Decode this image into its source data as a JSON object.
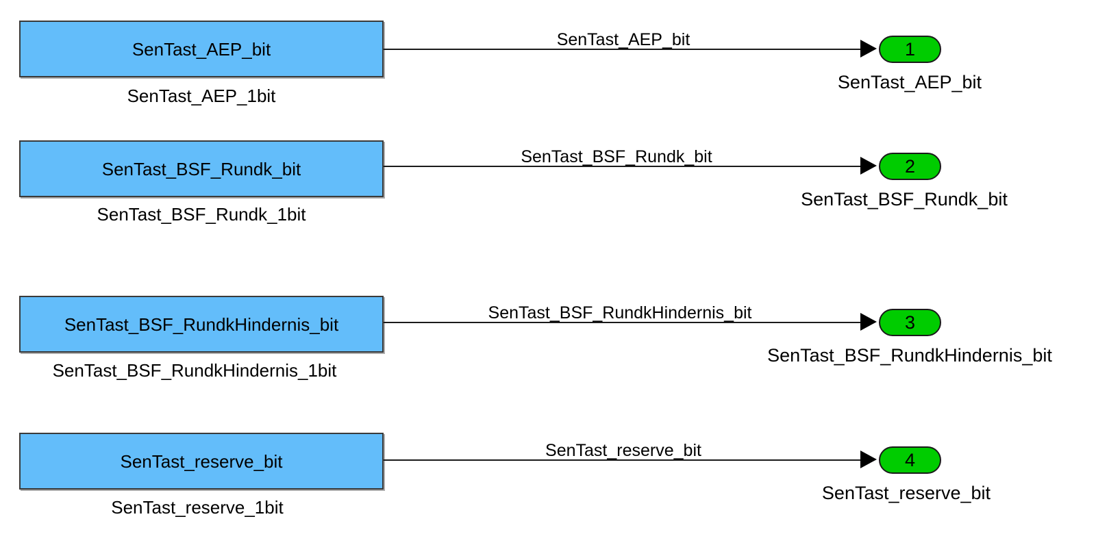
{
  "diagram": {
    "type": "simulink-block-diagram",
    "background_color": "#ffffff",
    "block_fill_color": "#63bdfa",
    "outport_fill_color": "#00cc00",
    "line_color": "#1a1a1a",
    "rows": [
      {
        "block_label": "SenTast_AEP_bit",
        "block_name": "SenTast_AEP_1bit",
        "signal_label": "SenTast_AEP_bit",
        "outport_number": "1",
        "outport_name": "SenTast_AEP_bit"
      },
      {
        "block_label": "SenTast_BSF_Rundk_bit",
        "block_name": "SenTast_BSF_Rundk_1bit",
        "signal_label": "SenTast_BSF_Rundk_bit",
        "outport_number": "2",
        "outport_name": "SenTast_BSF_Rundk_bit"
      },
      {
        "block_label": "SenTast_BSF_RundkHindernis_bit",
        "block_name": "SenTast_BSF_RundkHindernis_1bit",
        "signal_label": "SenTast_BSF_RundkHindernis_bit",
        "outport_number": "3",
        "outport_name": "SenTast_BSF_RundkHindernis_bit"
      },
      {
        "block_label": "SenTast_reserve_bit",
        "block_name": "SenTast_reserve_1bit",
        "signal_label": "SenTast_reserve_bit",
        "outport_number": "4",
        "outport_name": "SenTast_reserve_bit"
      }
    ]
  }
}
